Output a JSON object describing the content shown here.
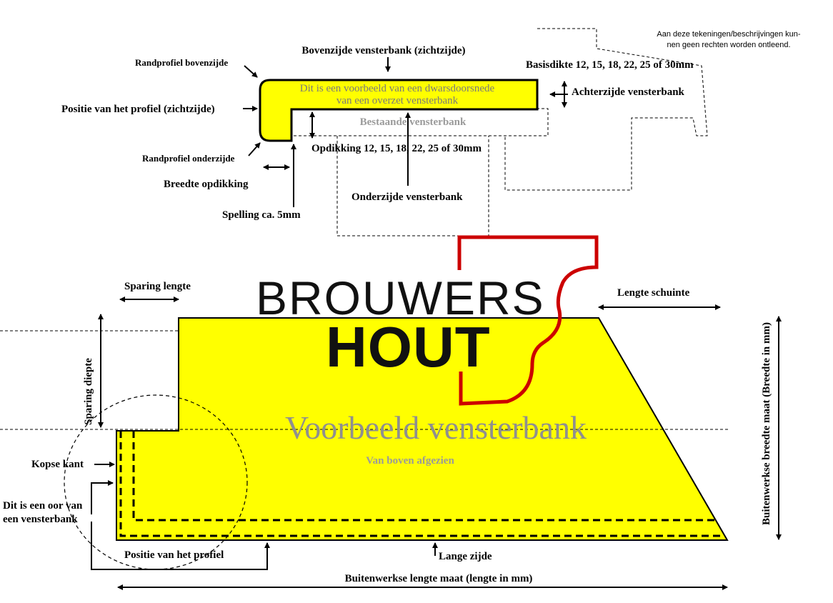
{
  "disclaimer": {
    "line1": "Aan deze tekeningen/beschrijvingen kun-",
    "line2": "nen geen rechten worden ontleend."
  },
  "cross_section": {
    "top_side": "Bovenzijde vensterbank (zichtzijde)",
    "edge_profile_top": "Randprofiel bovenzijde",
    "edge_profile_bottom": "Randprofiel onderzijde",
    "profile_position": "Positie van het profiel (zichtzijde)",
    "base_thickness": "Basisdikte 12, 15, 18, 22, 25 of 30mm",
    "back_side": "Achterzijde vensterbank",
    "inner_line1": "Dit is een voorbeeld van een dwarsdoorsnede",
    "inner_line2": "van een overzet vensterbank",
    "existing": "Bestaande vensterbank",
    "offset_thickness": "Opdikking 12, 15, 18, 22, 25 of 30mm",
    "offset_width": "Breedte opdikking",
    "underside": "Onderzijde vensterbank",
    "clearance": "Spelling ca. 5mm"
  },
  "brand": {
    "line1": "BROUWERS",
    "line2": "HOUT",
    "frame_color": "#cc0000"
  },
  "top_view": {
    "notch_length": "Sparing lengte",
    "bevel_length": "Lengte schuinte",
    "notch_depth": "Sparing diepte",
    "watermark": "Voorbeeld vensterbank",
    "from_above": "Van boven afgezien",
    "end_edge": "Kopse kant",
    "ear_line1": "Dit is een oor van",
    "ear_line2": "een vensterbank",
    "profile_position": "Positie van het profiel",
    "long_side": "Lange zijde",
    "outer_width": "Buitenwerkse breedte  maat (Breedte in mm)",
    "outer_length": "Buitenwerkse lengte maat (lengte in mm)",
    "fill_color": "#ffff00"
  }
}
